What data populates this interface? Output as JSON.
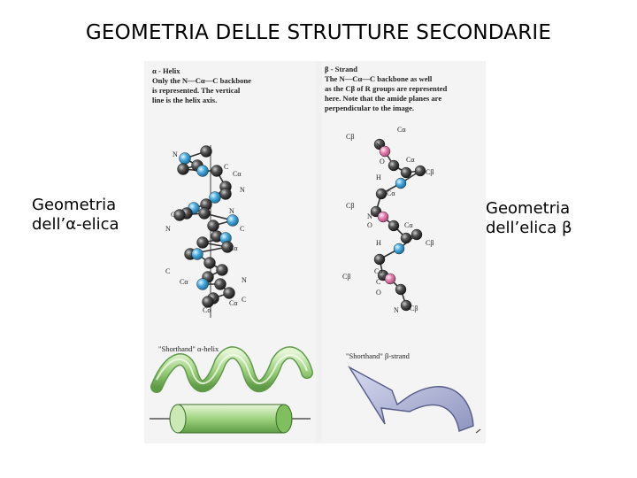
{
  "title": "GEOMETRIA DELLE STRUTTURE SECONDARIE",
  "left_label": {
    "line1": "Geometria",
    "line2": "dell’α-elica"
  },
  "right_label": {
    "line1": "Geometria",
    "line2": "dell’elica β"
  },
  "figure": {
    "helix_caption": {
      "heading": "α - Helix",
      "line1": "Only the N—Cα—C backbone",
      "line2": "is represented. The vertical",
      "line3": "line is the helix axis."
    },
    "strand_caption": {
      "heading": "β - Strand",
      "line1": "The N—Cα—C backbone as well",
      "line2": "as the Cβ of R groups are represented",
      "line3": "here. Note that the amide planes are",
      "line4": "perpendicular to the image."
    },
    "shorthand_helix": "\"Shorthand\" α-helix",
    "shorthand_strand": "\"Shorthand\"  β-strand",
    "atom_labels": {
      "n": "N",
      "c": "C",
      "ca": "Cα",
      "cb": "Cβ",
      "o": "O",
      "h": "H"
    },
    "colors": {
      "carbon": "#3a3a3a",
      "nitrogen": "#4aa8d8",
      "oxygen": "#e07aa8",
      "ribbon": "#a8d68a",
      "arrow": "#b4b8d8"
    }
  }
}
